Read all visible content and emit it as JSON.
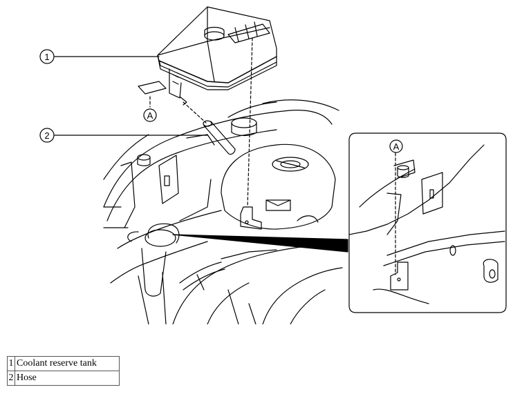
{
  "callouts": {
    "c1": "1",
    "c2": "2",
    "cA": "A",
    "cA_detail": "A"
  },
  "legend": [
    {
      "number": "1",
      "label": "Coolant reserve tank"
    },
    {
      "number": "2",
      "label": "Hose"
    }
  ]
}
